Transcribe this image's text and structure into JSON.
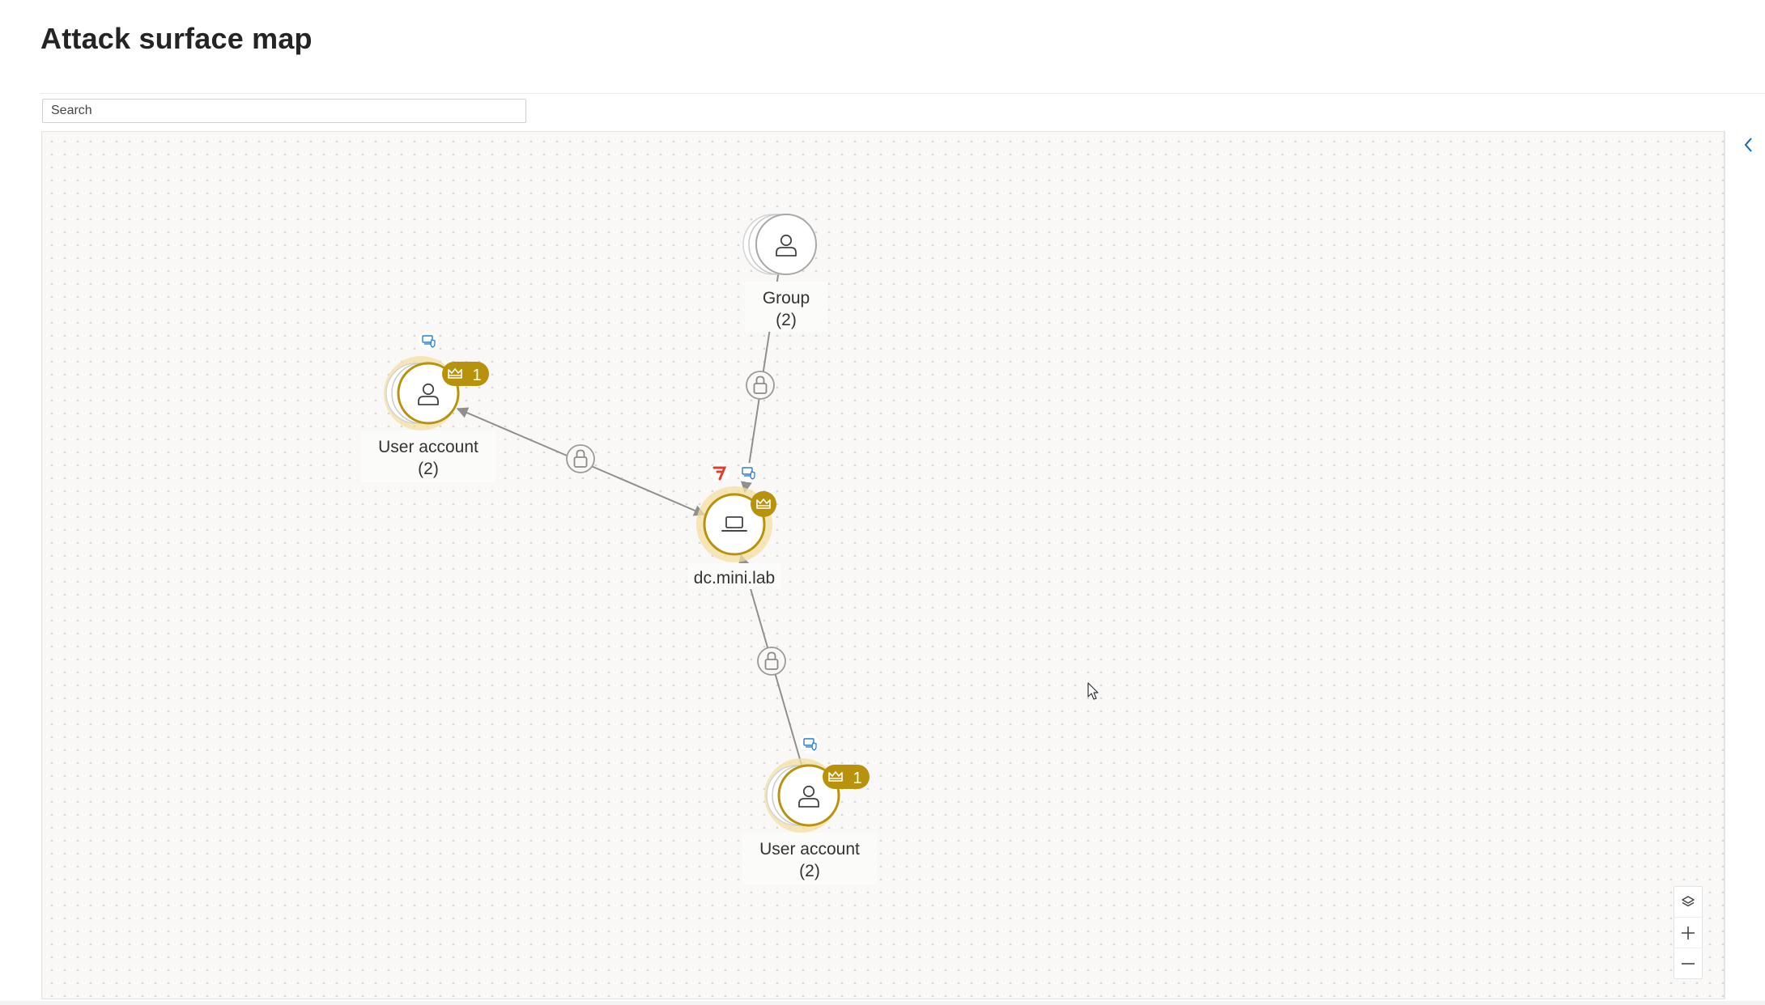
{
  "page": {
    "title": "Attack surface map"
  },
  "search": {
    "placeholder": "Search",
    "value": ""
  },
  "graph": {
    "nodes": {
      "group": {
        "label": "Group",
        "count": "(2)",
        "icon": "person-icon"
      },
      "user_left": {
        "label": "User account",
        "count": "(2)",
        "icon": "person-icon",
        "crown_count": "1",
        "badges": [
          "device-shield-icon",
          "crown-icon"
        ]
      },
      "device": {
        "label": "dc.mini.lab",
        "icon": "laptop-icon",
        "badges": [
          "defender-logo-icon",
          "device-shield-icon",
          "crown-icon"
        ]
      },
      "user_bottom": {
        "label": "User account",
        "count": "(2)",
        "icon": "person-icon",
        "crown_count": "1",
        "badges": [
          "device-shield-icon",
          "crown-icon"
        ]
      }
    },
    "edges": [
      {
        "from": "group",
        "to": "device",
        "icon": "lock-icon"
      },
      {
        "from": "device",
        "to": "user_left",
        "icon": "lock-icon"
      },
      {
        "from": "user_bottom",
        "to": "device",
        "icon": "lock-icon"
      }
    ]
  },
  "controls": {
    "layers": "layers-icon",
    "zoom_in": "plus-icon",
    "zoom_out": "minus-icon",
    "side_panel_toggle": "chevron-left-icon"
  },
  "colors": {
    "accent_gold": "#b8920a",
    "halo": "#f3dfa1",
    "edge": "#8f8f8f",
    "link_blue": "#0f6cbd",
    "defender_red": "#e0402b"
  }
}
